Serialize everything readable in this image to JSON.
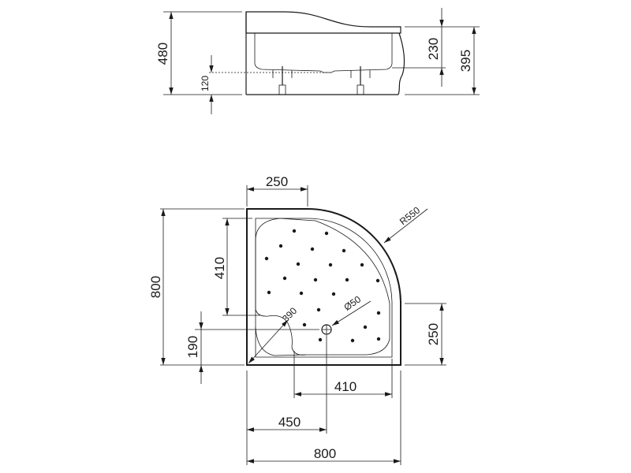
{
  "elevation": {
    "dims": {
      "total_height": "480",
      "leg_height": "120",
      "basin_depth": "230",
      "front_height": "395"
    }
  },
  "plan": {
    "dims": {
      "corner_width": "250",
      "total_depth": "800",
      "basin_side": "410",
      "drain_offset_y": "190",
      "right_straight": "250",
      "radius": "R550",
      "diagonal": "390",
      "drain_diameter": "Ø50",
      "basin_bottom": "410",
      "drain_offset_x": "450",
      "total_width": "800"
    }
  },
  "colors": {
    "line": "#1a1a1a",
    "background": "#ffffff"
  }
}
